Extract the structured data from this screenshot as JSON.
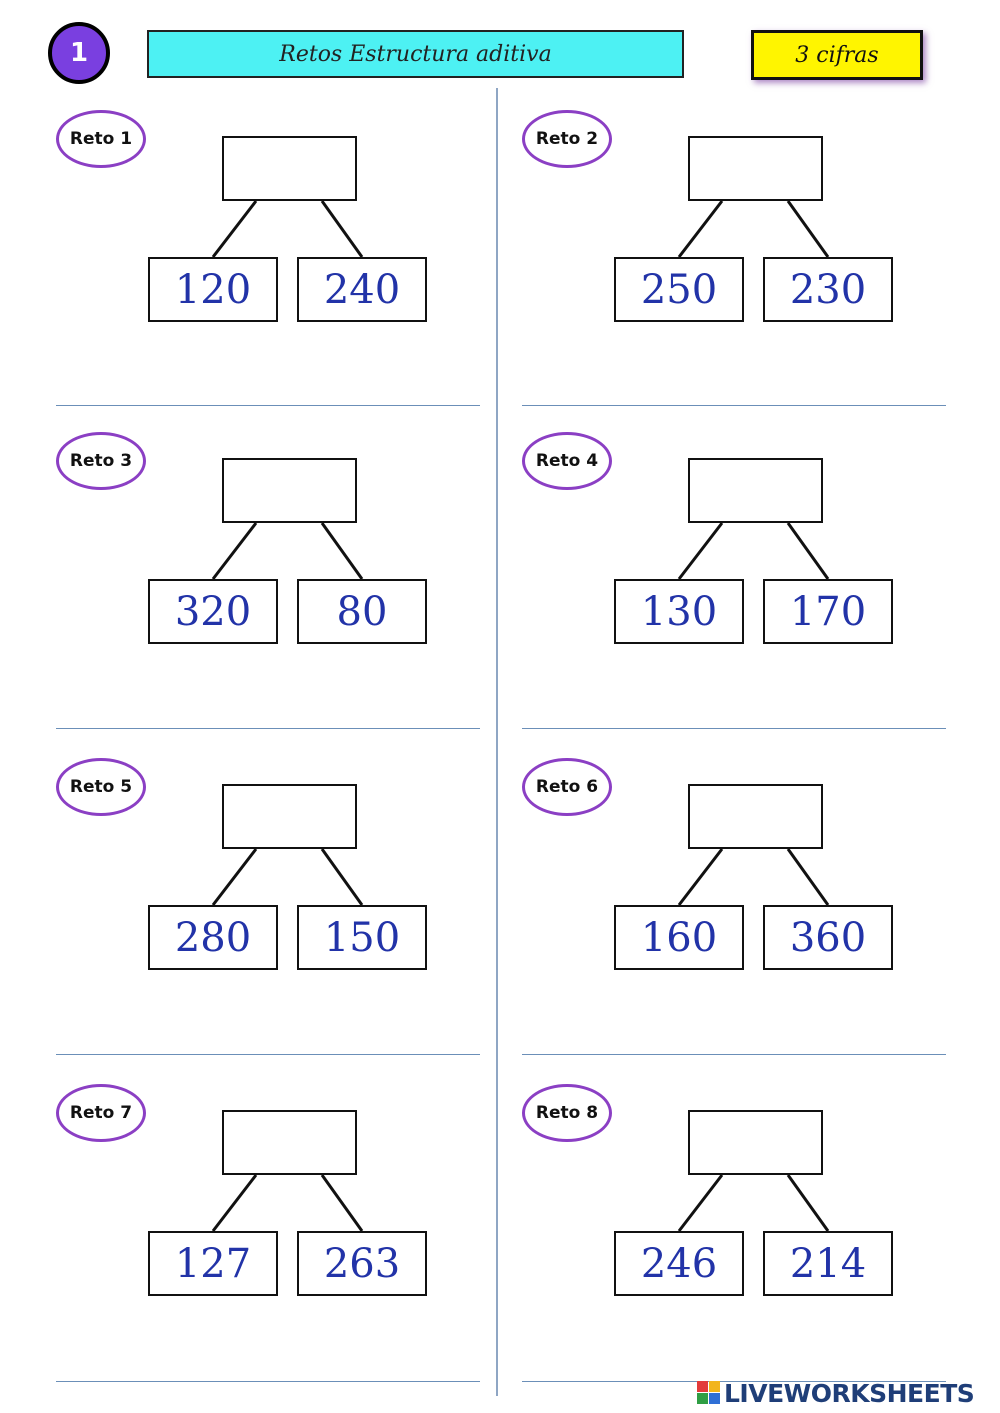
{
  "header": {
    "page_number": "1",
    "title": "Retos Estructura aditiva",
    "level": "3 cifras"
  },
  "retos": [
    {
      "label": "Reto 1",
      "left": "120",
      "right": "240"
    },
    {
      "label": "Reto 2",
      "left": "250",
      "right": "230"
    },
    {
      "label": "Reto 3",
      "left": "320",
      "right": "80"
    },
    {
      "label": "Reto 4",
      "left": "130",
      "right": "170"
    },
    {
      "label": "Reto 5",
      "left": "280",
      "right": "150"
    },
    {
      "label": "Reto 6",
      "left": "160",
      "right": "360"
    },
    {
      "label": "Reto 7",
      "left": "127",
      "right": "263"
    },
    {
      "label": "Reto 8",
      "left": "246",
      "right": "214"
    }
  ],
  "watermark": {
    "text": "LIVEWORKSHEETS"
  },
  "colors": {
    "title_bg": "#4df1f3",
    "badge_bg": "#fff500",
    "circle_accent": "#8b3fc4",
    "number_color": "#2233a8"
  }
}
